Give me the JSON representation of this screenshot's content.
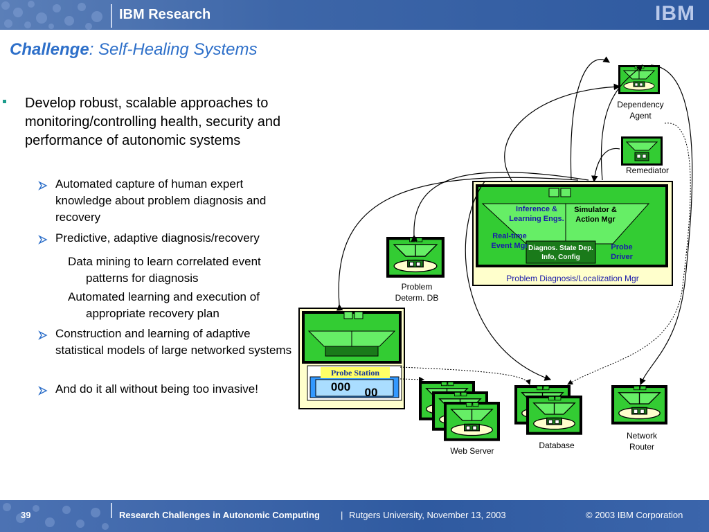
{
  "header": {
    "brand": "IBM Research",
    "logo": "IBM"
  },
  "title": {
    "emphasis": "Challenge",
    "rest": ": Self-Healing Systems"
  },
  "content": {
    "main_bullet": "Develop robust, scalable approaches to monitoring/controlling health, security and performance of autonomic systems",
    "sub_bullets": [
      "Automated capture of human expert knowledge about problem diagnosis and recovery",
      "Predictive, adaptive diagnosis/recovery",
      "Construction and learning of adaptive statistical models of large networked systems",
      "And do it all without being too invasive!"
    ],
    "sub_sub_bullets": [
      {
        "first": "Data mining to learn correlated event",
        "rest": "patterns for diagnosis"
      },
      {
        "first": "Automated learning and execution of",
        "rest": "appropriate recovery plan"
      }
    ]
  },
  "diagram": {
    "nodes": {
      "dependency_agent": "Dependency Agent",
      "remediator": "Remediator",
      "problem_db": "Problem Determ. DB",
      "web_server": "Web Server",
      "database": "Database",
      "network_router": "Network Router",
      "probe_station": "Probe Station",
      "probe_digits_a": "000",
      "probe_digits_b": "00"
    },
    "pdlm": {
      "name": "Problem Diagnosis/Localization Mgr",
      "inference": "Inference & Learning Engs.",
      "simulator": "Simulator & Action Mgr",
      "realtime": "Real-time Event Mgr",
      "diagnos": "Diagnos. State Dep. Info, Config",
      "probe_driver": "Probe Driver"
    },
    "colors": {
      "green": "#33cc33",
      "dark_green": "#1a7a1a",
      "yellow": "#ffffcc",
      "outline": "#000000"
    }
  },
  "footer": {
    "page_number": "39",
    "title": "Research Challenges in Autonomic Computing",
    "separator": "|",
    "subtitle": "Rutgers University, November 13, 2003",
    "copyright": "© 2003 IBM Corporation"
  }
}
